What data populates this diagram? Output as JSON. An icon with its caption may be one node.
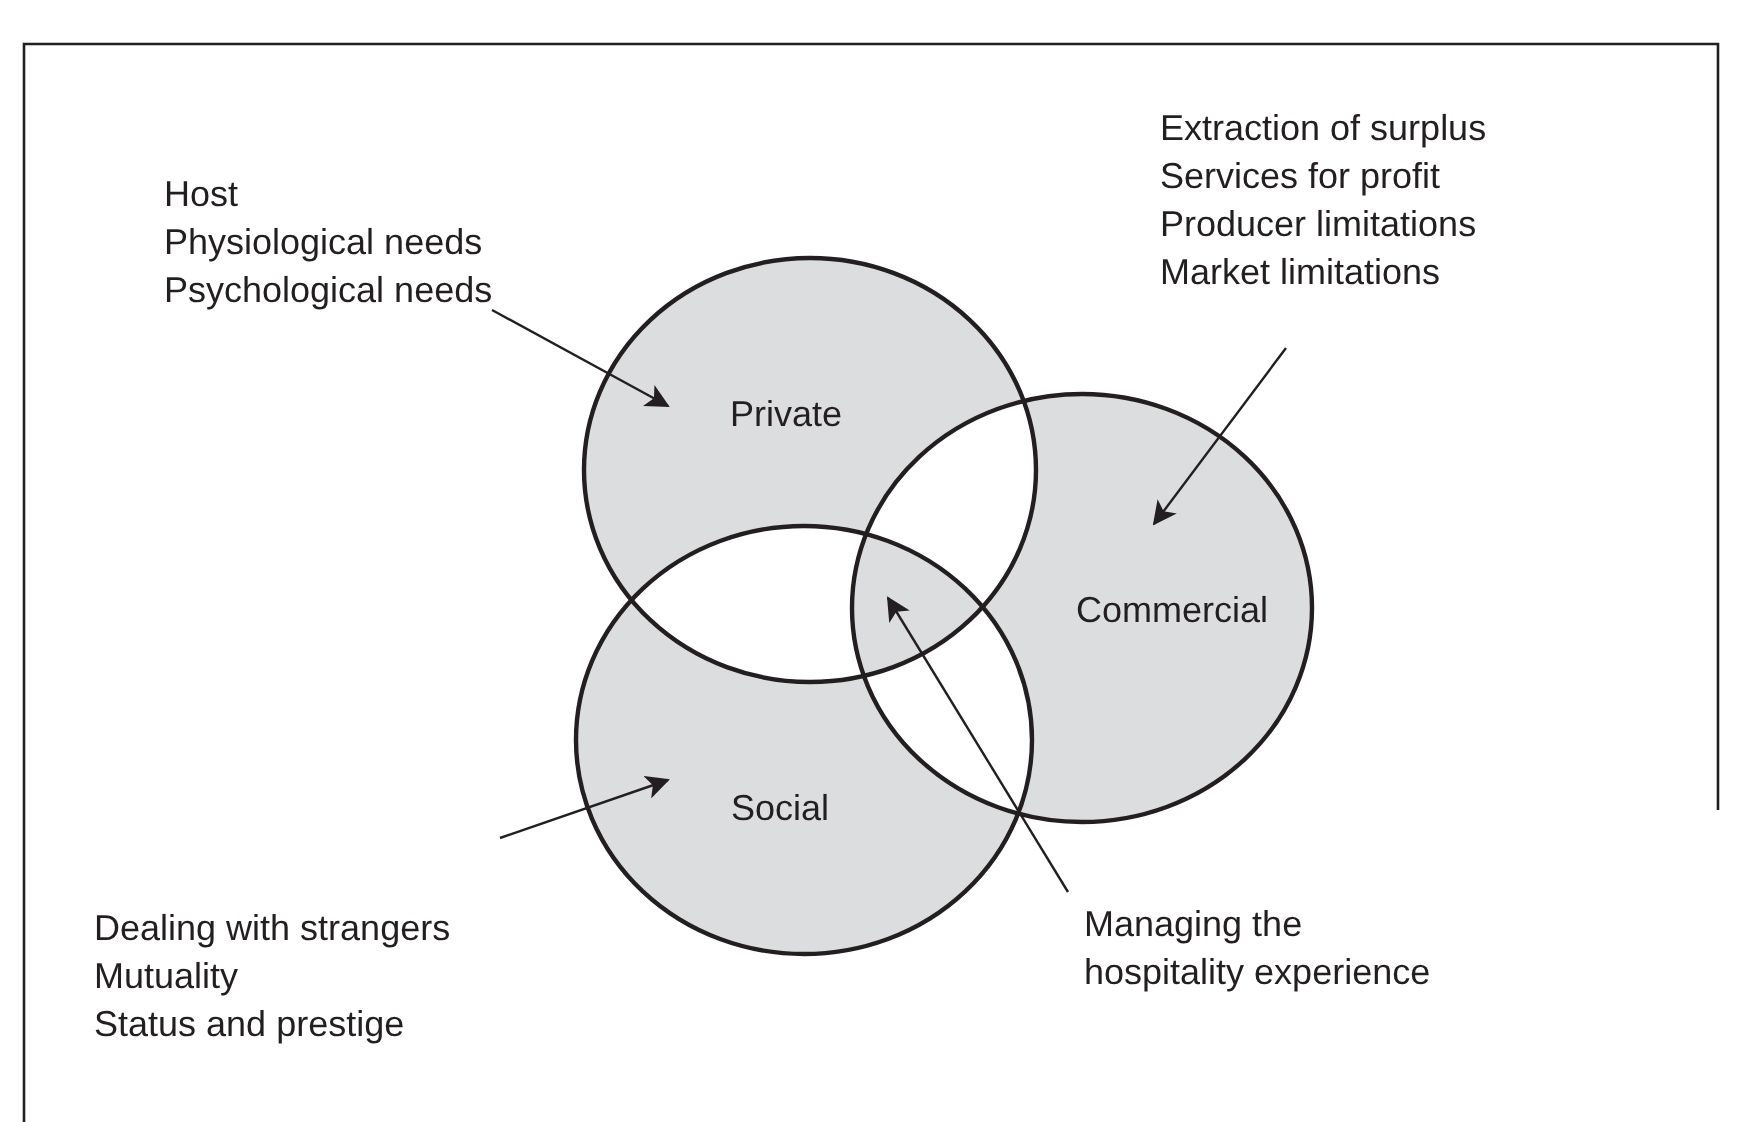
{
  "diagram": {
    "nodes": [
      {
        "text": [
          "Private"
        ]
      },
      {
        "text": [
          "Commercial"
        ]
      },
      {
        "text": [
          "Social"
        ]
      },
      {
        "text": [
          "Host",
          "Physiological needs",
          "Psychological needs"
        ]
      },
      {
        "text": [
          "Extraction of surplus",
          "Services for profit",
          "Producer limitations",
          "Market limitations"
        ]
      },
      {
        "text": [
          "Dealing with strangers",
          "Mutuality",
          "Status and prestige"
        ]
      },
      {
        "text": [
          "Managing the hospitality experience"
        ]
      }
    ],
    "edges": [
      {
        "from": 3,
        "to": 0,
        "arrow": "to"
      },
      {
        "from": 4,
        "to": 1,
        "arrow": "to"
      },
      {
        "from": 5,
        "to": 2,
        "arrow": "to"
      },
      {
        "from": 6,
        "to": 0,
        "arrow": "to"
      }
    ]
  }
}
